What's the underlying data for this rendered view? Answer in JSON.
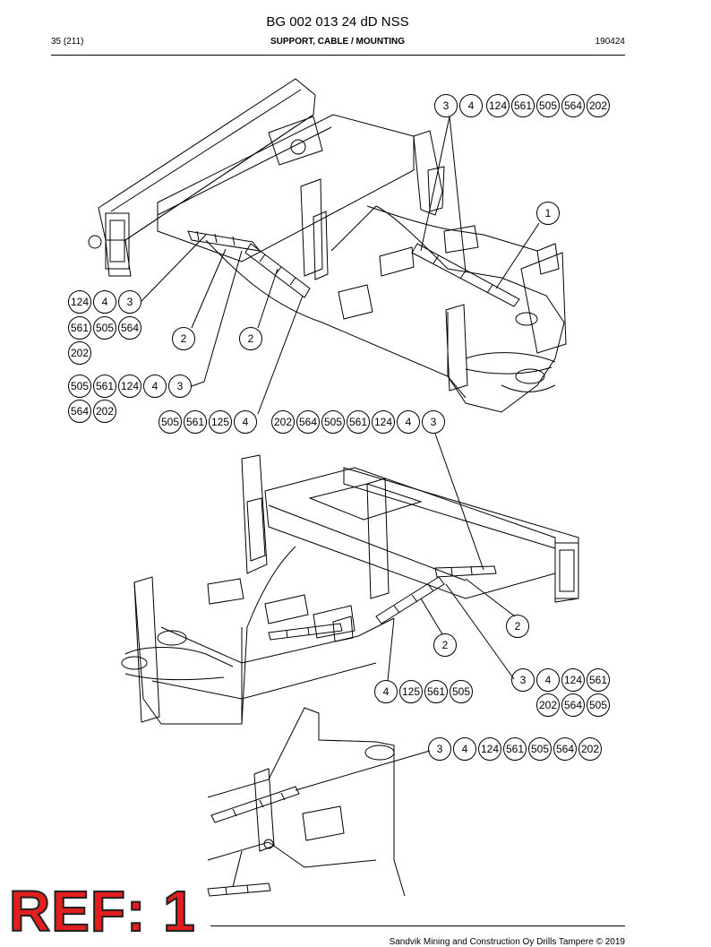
{
  "header": {
    "title": "BG 002 013 24 dD NSS",
    "page": "35 (211)",
    "section": "SUPPORT, CABLE / MOUNTING",
    "date": "190424"
  },
  "callouts": {
    "v1_top": [
      "3",
      "4",
      "124",
      "561",
      "505",
      "564",
      "202"
    ],
    "v1_item1": "1",
    "v1_left_a": [
      "124",
      "4",
      "3",
      "561",
      "505",
      "564",
      "202"
    ],
    "v1_two_a": "2",
    "v1_two_b": "2",
    "v1_left_b": [
      "505",
      "561",
      "124",
      "4",
      "3",
      "564",
      "202"
    ],
    "v1_bottom_a": [
      "505",
      "561",
      "125",
      "4"
    ],
    "v1_bottom_b": [
      "202",
      "564",
      "505",
      "561",
      "124",
      "4",
      "3"
    ],
    "v2_two_a": "2",
    "v2_two_b": "2",
    "v2_bottom_a": [
      "4",
      "125",
      "561",
      "505"
    ],
    "v2_bottom_b": [
      "3",
      "4",
      "124",
      "561",
      "202",
      "564",
      "505"
    ],
    "v3_top": [
      "3",
      "4",
      "124",
      "561",
      "505",
      "564",
      "202"
    ]
  },
  "stamp": "REF: 1",
  "footer": "Sandvik Mining and Construction Oy Drills Tampere © 2019"
}
